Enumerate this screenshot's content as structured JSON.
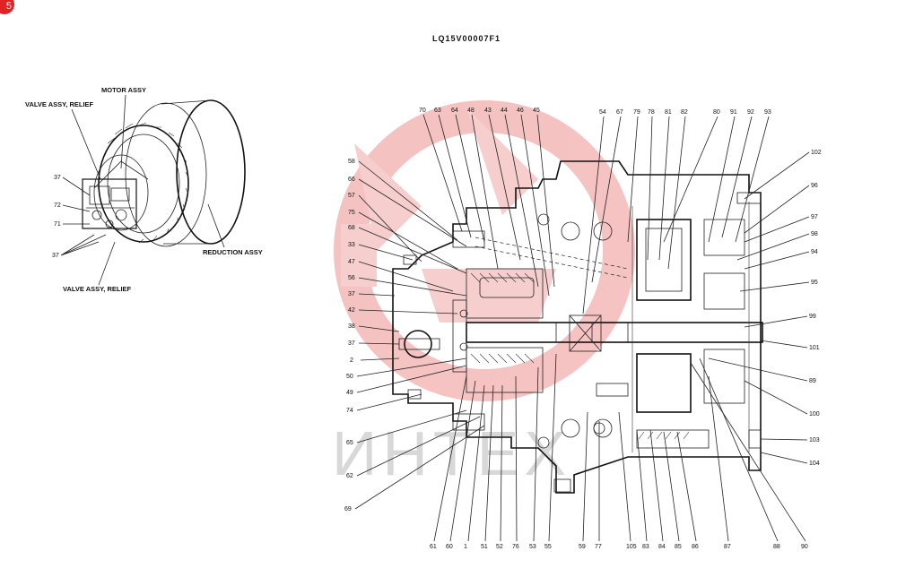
{
  "page_badge": "5",
  "drawing_number": "LQ15V00007F1",
  "watermark_text": "ИНТЕХ",
  "assembly_labels": {
    "motor_assy": "MOTOR ASSY",
    "valve_assy_relief_top": "VALVE ASSY, RELIEF",
    "valve_assy_relief_bottom": "VALVE ASSY, RELIEF",
    "reduction_assy": "REDUCTION ASSY"
  },
  "overview_part_numbers": [
    "37",
    "72",
    "71",
    "37"
  ],
  "part_numbers": {
    "top": [
      "70",
      "63",
      "64",
      "48",
      "43",
      "44",
      "46",
      "45",
      "54",
      "67",
      "79",
      "78",
      "81",
      "82",
      "80",
      "91",
      "92",
      "93"
    ],
    "left": [
      "58",
      "66",
      "57",
      "75",
      "68",
      "33",
      "47",
      "56",
      "37",
      "42",
      "38",
      "37",
      "2",
      "50",
      "49",
      "74",
      "65",
      "62",
      "69"
    ],
    "right": [
      "102",
      "96",
      "97",
      "98",
      "94",
      "95",
      "99",
      "101",
      "89",
      "100",
      "103",
      "104"
    ],
    "bottom": [
      "61",
      "60",
      "1",
      "51",
      "52",
      "76",
      "53",
      "55",
      "59",
      "77",
      "105",
      "83",
      "84",
      "85",
      "86",
      "87",
      "88",
      "90"
    ]
  },
  "colors": {
    "watermark": "#f4b8b8",
    "badge": "#e02424",
    "ink": "#111111"
  }
}
